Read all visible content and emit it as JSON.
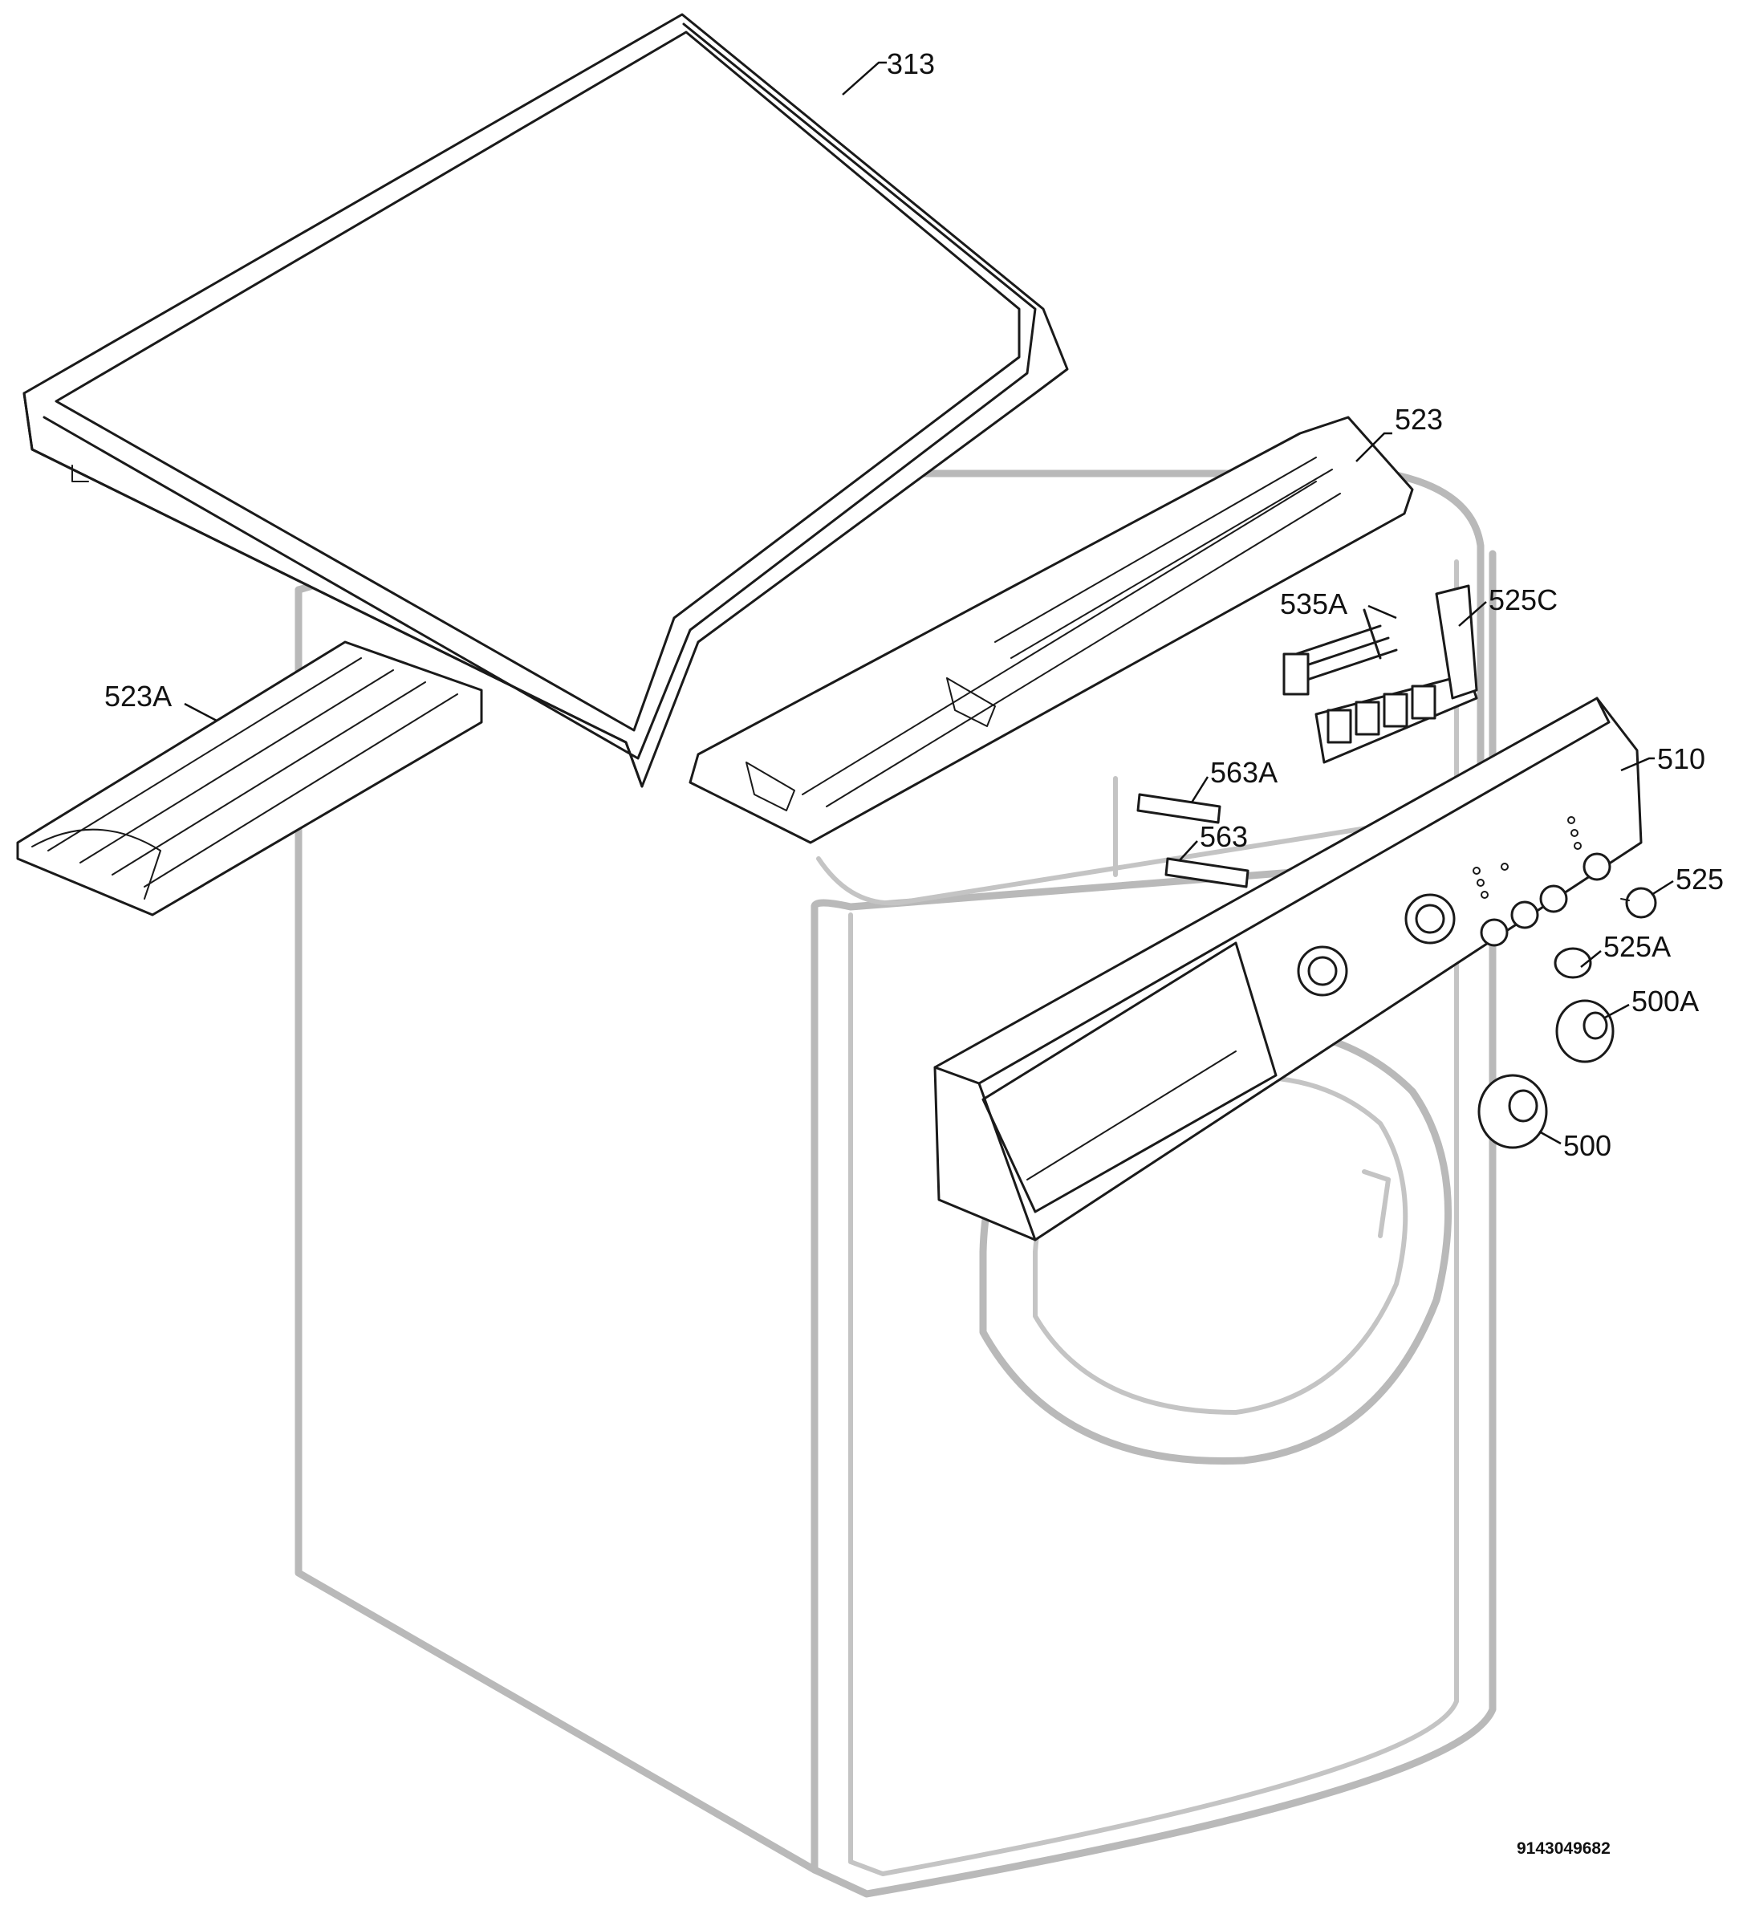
{
  "diagram": {
    "drawing_number": "9143049682",
    "part_labels": {
      "p313": "313",
      "p523": "523",
      "p523A": "523A",
      "p535A": "535A",
      "p525C": "525C",
      "p563A": "563A",
      "p510": "510",
      "p563": "563",
      "p525": "525",
      "p525A": "525A",
      "p500A": "500A",
      "p500": "500"
    }
  }
}
